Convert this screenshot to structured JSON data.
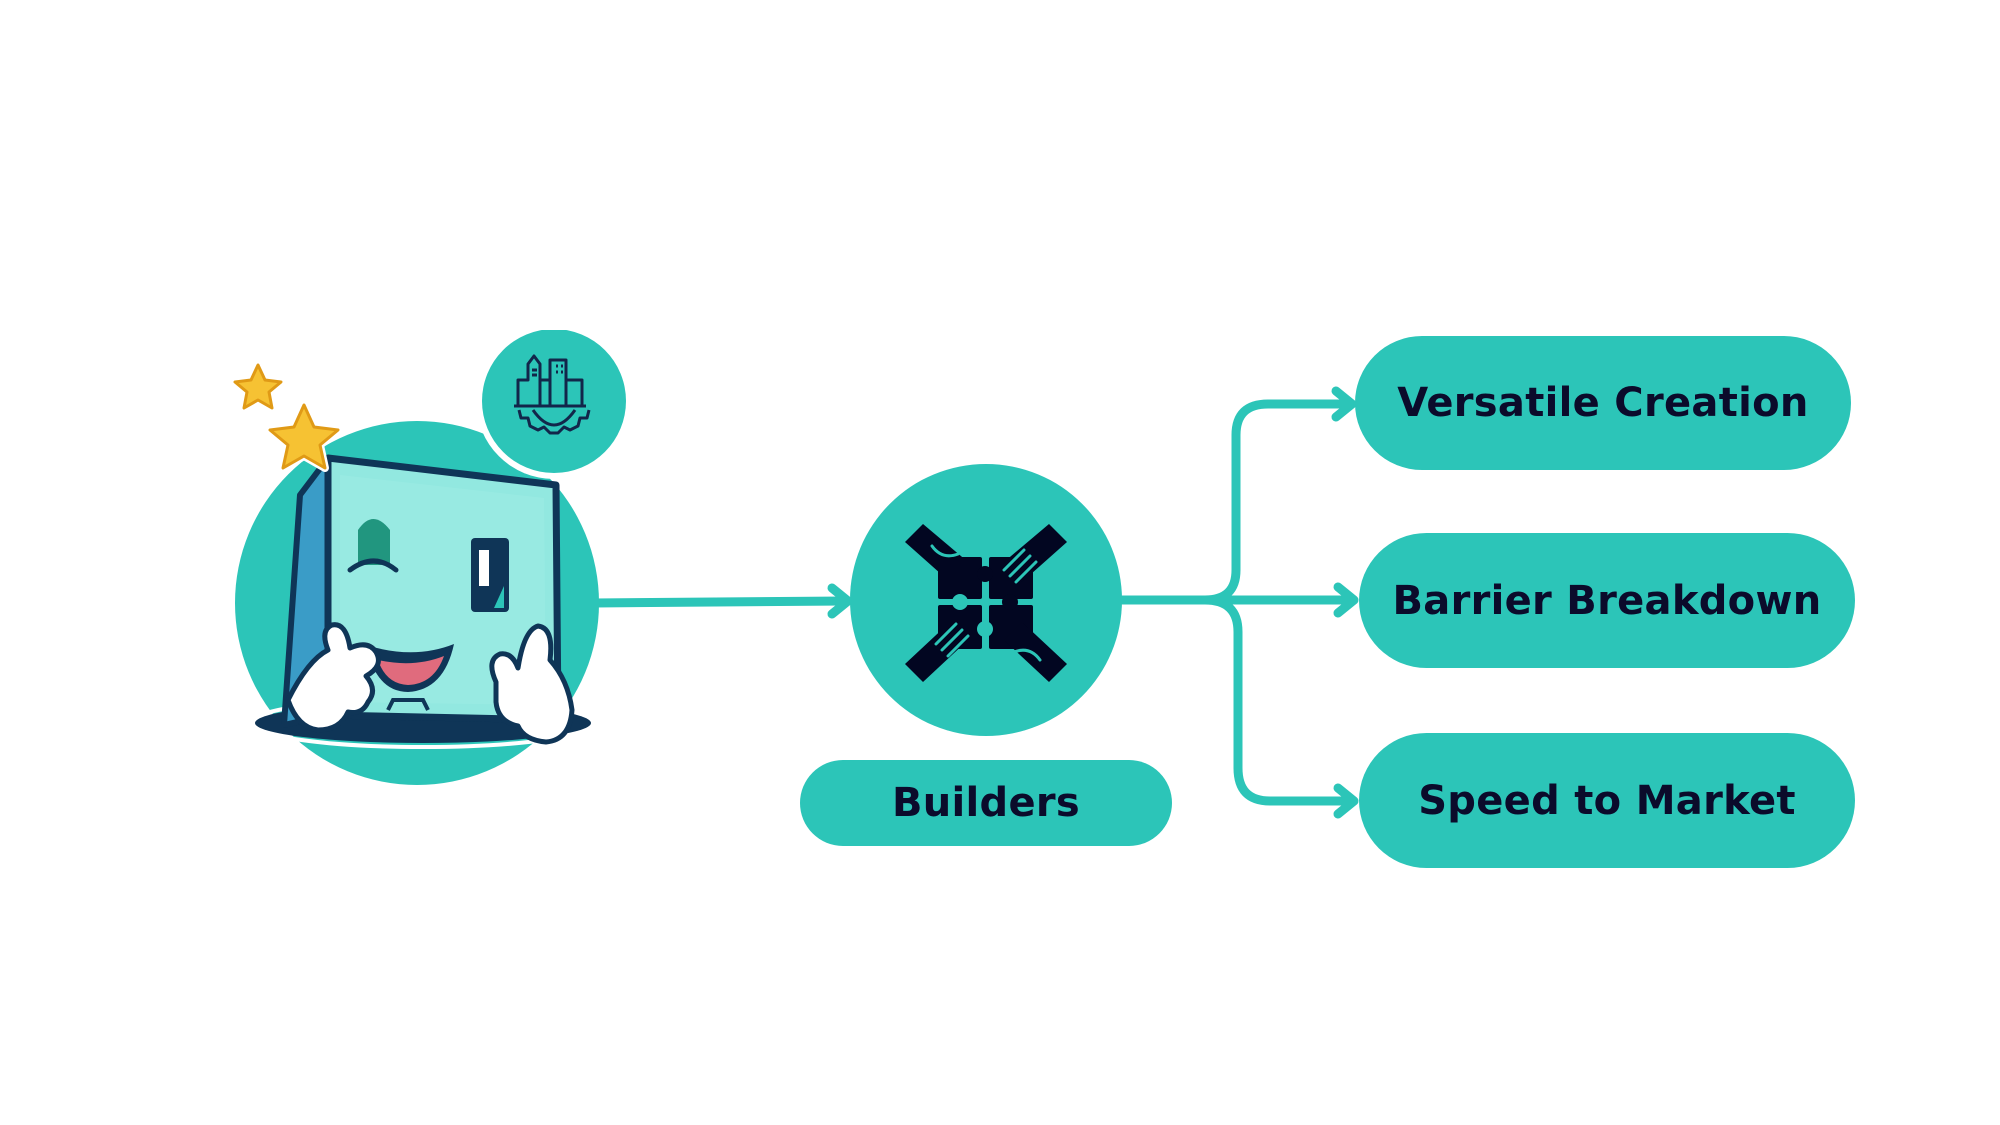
{
  "diagram": {
    "accent_color": "#2CC5B8",
    "text_color": "#0B0B2B",
    "source": {
      "name": "mascot",
      "description": "Smiling cube mascot winking with thumbs-up hands and two gold stars",
      "badge_icon": "city-gear-icon"
    },
    "hub": {
      "icon": "hands-puzzle-icon",
      "label": "Builders"
    },
    "outcomes": [
      {
        "label": "Versatile Creation"
      },
      {
        "label": "Barrier Breakdown"
      },
      {
        "label": "Speed to Market"
      }
    ],
    "edges": [
      {
        "from": "mascot",
        "to": "Builders"
      },
      {
        "from": "Builders",
        "to": "Versatile Creation"
      },
      {
        "from": "Builders",
        "to": "Barrier Breakdown"
      },
      {
        "from": "Builders",
        "to": "Speed to Market"
      }
    ]
  }
}
